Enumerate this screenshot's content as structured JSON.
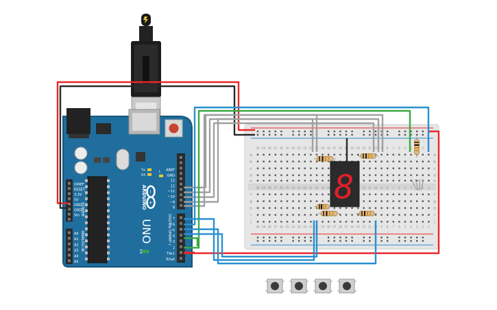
{
  "arduino": {
    "brand": "ARDUINO",
    "model": "UNO",
    "digital_header_label": "DIGITAL (PWM~)",
    "power_label": "POWER",
    "analog_label": "ANALOG IN",
    "top_pins": [
      "AREF",
      "GND",
      "13",
      "12",
      "~11",
      "~10",
      "~9",
      "8"
    ],
    "digital_pins": [
      "7",
      "~6",
      "~5",
      "4",
      "~3",
      "2",
      "TX▸1",
      "RX◂0"
    ],
    "power_pins": [
      "IOREF",
      "RESET",
      "3.3V",
      "5V",
      "GND",
      "GND",
      "Vin"
    ],
    "analog_pins": [
      "A0",
      "A1",
      "A2",
      "A3",
      "A4",
      "A5"
    ],
    "led_labels": [
      "TX",
      "RX",
      "L"
    ],
    "on_label": "ON",
    "colors": {
      "board": "#1f6e9e",
      "board_edge": "#17557b"
    }
  },
  "breadboard": {
    "row_letters_top": [
      "j",
      "i",
      "h",
      "g",
      "f"
    ],
    "row_letters_bottom": [
      "e",
      "d",
      "c",
      "b",
      "a"
    ],
    "column_numbers": [
      "30",
      "29",
      "28",
      "27",
      "26",
      "25",
      "24",
      "23",
      "22",
      "21",
      "20",
      "19",
      "18",
      "17",
      "16",
      "15",
      "14",
      "13",
      "12",
      "11",
      "10",
      "9",
      "8",
      "7",
      "6",
      "5",
      "4",
      "3",
      "2",
      "1"
    ]
  },
  "display": {
    "digit": "8",
    "color": "#e0202a"
  },
  "wire_colors": {
    "red": "#e8262a",
    "black": "#2a2a2a",
    "blue": "#2a8fcf",
    "green": "#3aa845",
    "gray": "#9a9a9a"
  },
  "buttons": {
    "count": 4
  }
}
